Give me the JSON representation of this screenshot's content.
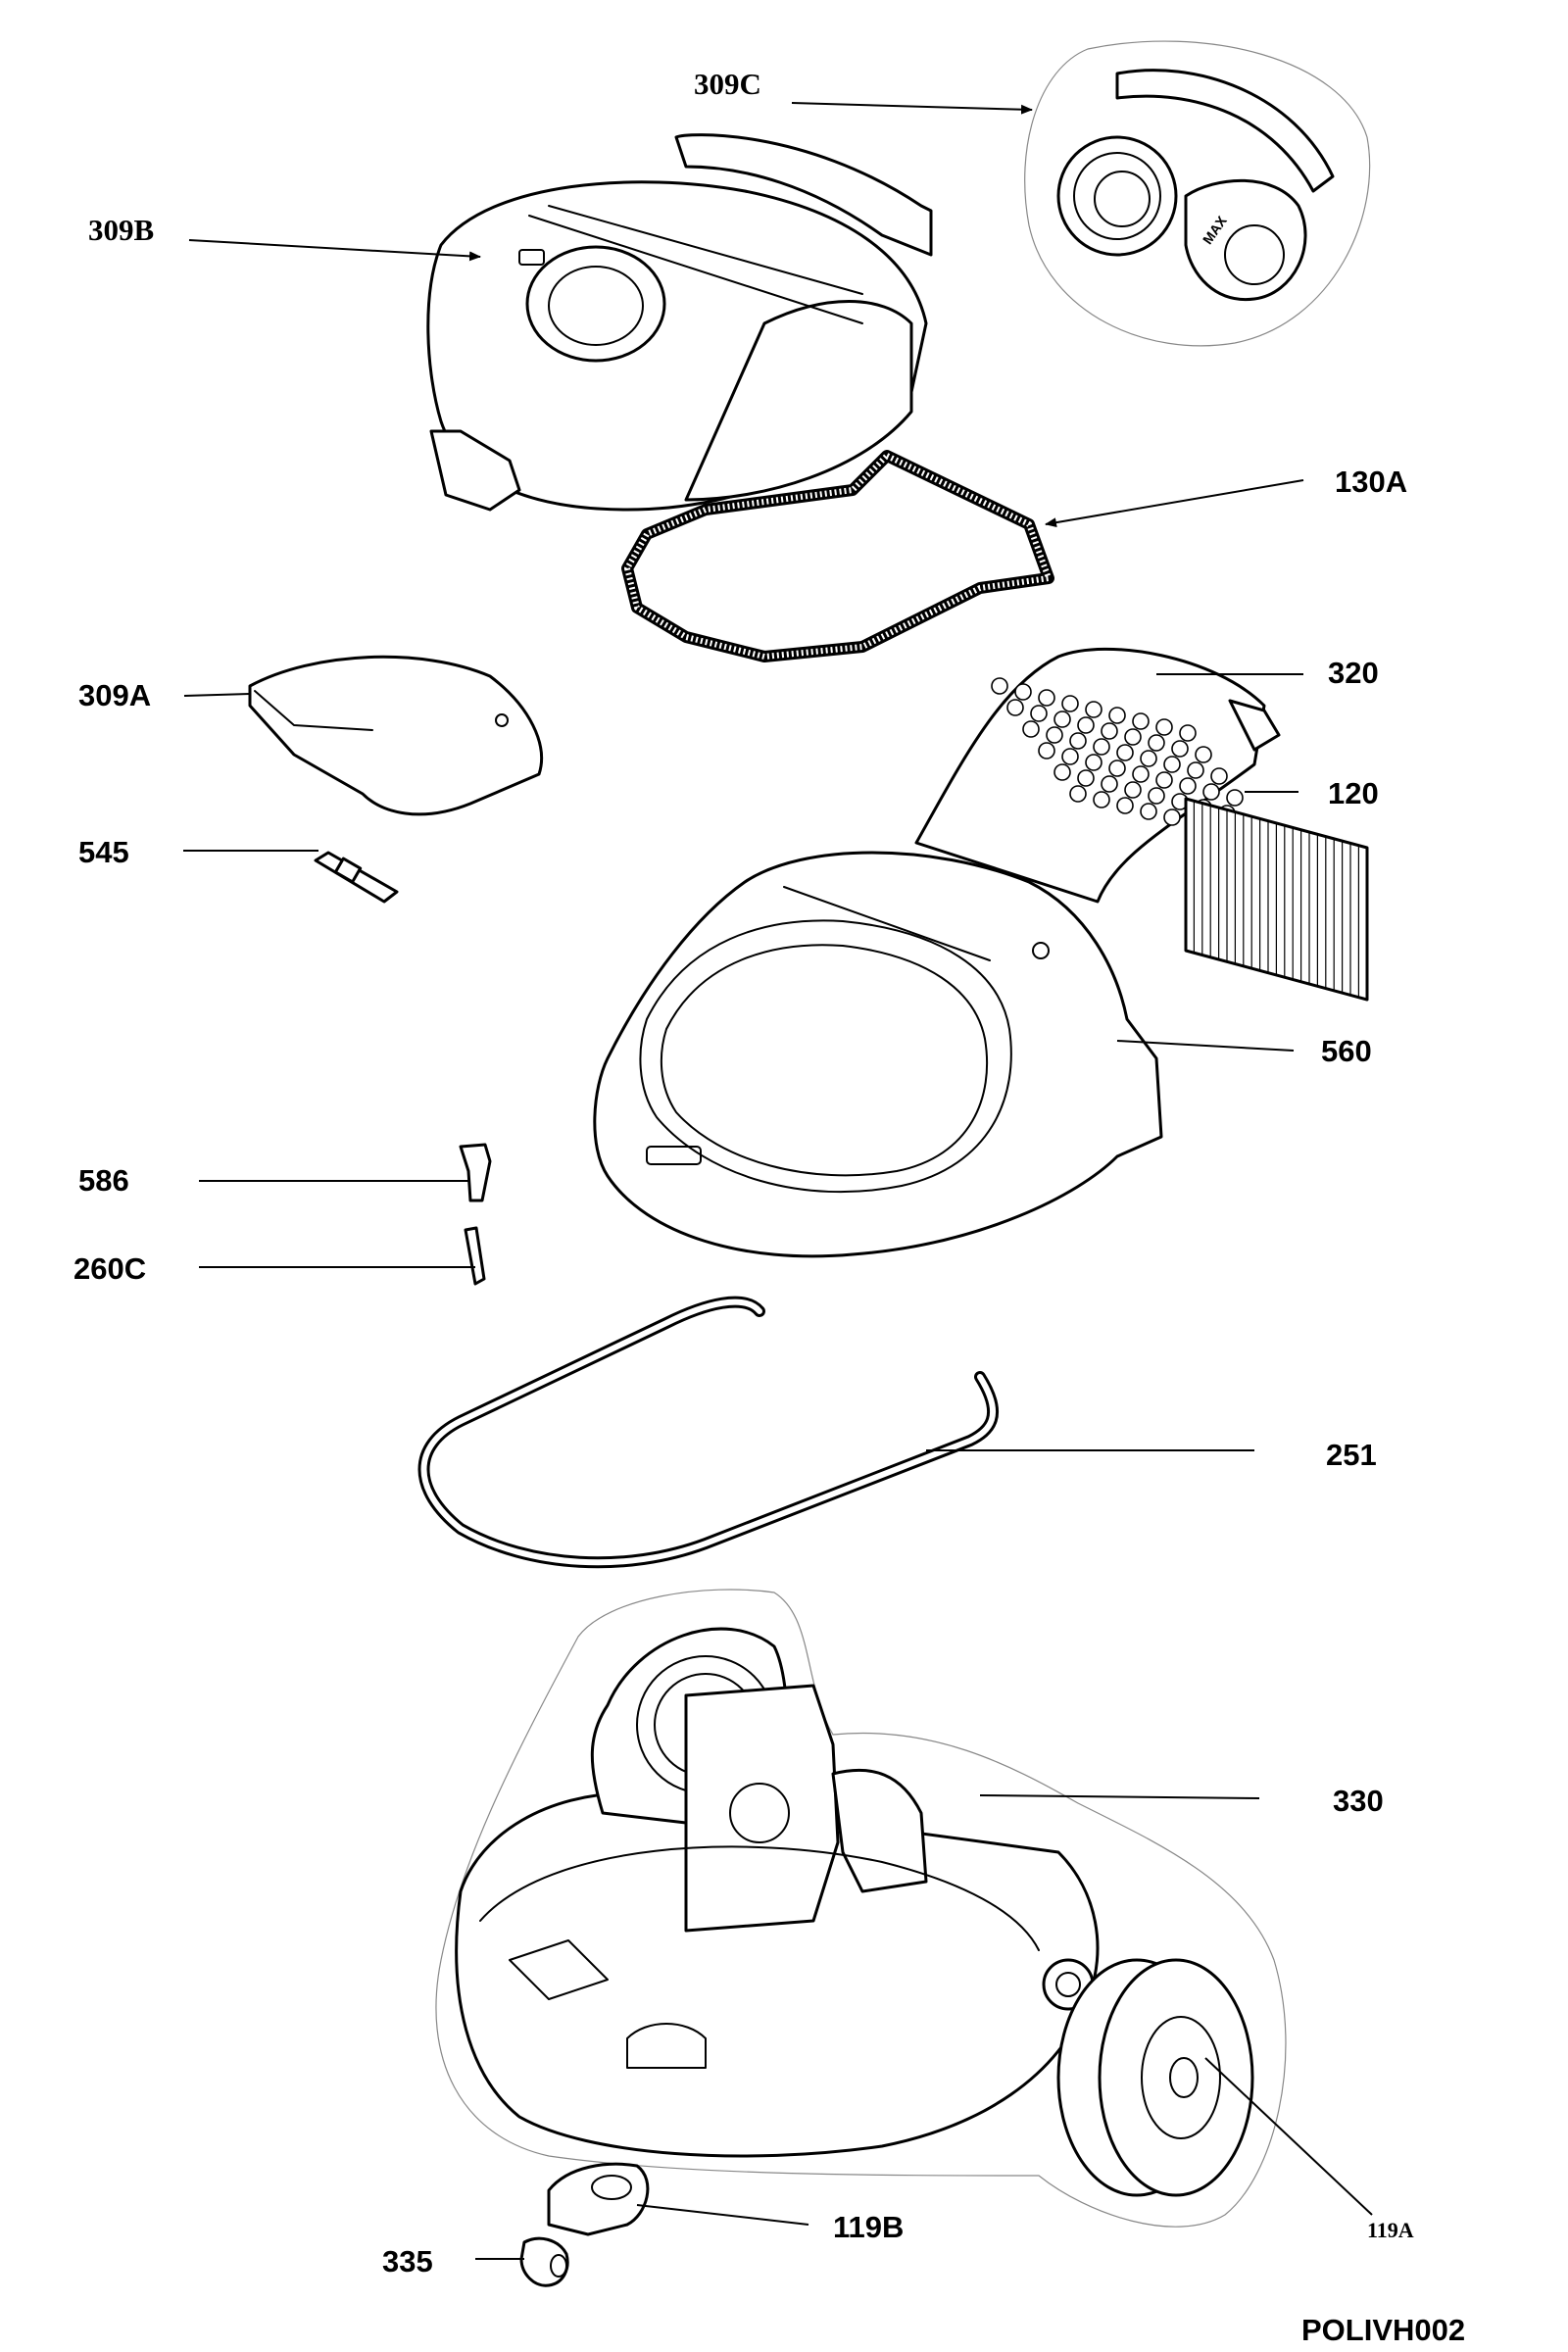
{
  "diagram": {
    "drawing_code": "POLIVH002",
    "labels": {
      "p309C": "309C",
      "p309B": "309B",
      "p130A": "130A",
      "p309A": "309A",
      "p320": "320",
      "p120": "120",
      "p545": "545",
      "p560": "560",
      "p586": "586",
      "p260C": "260C",
      "p251": "251",
      "p330": "330",
      "p119B": "119B",
      "p119A": "119A",
      "p335": "335"
    },
    "dial_text": "MAX"
  }
}
